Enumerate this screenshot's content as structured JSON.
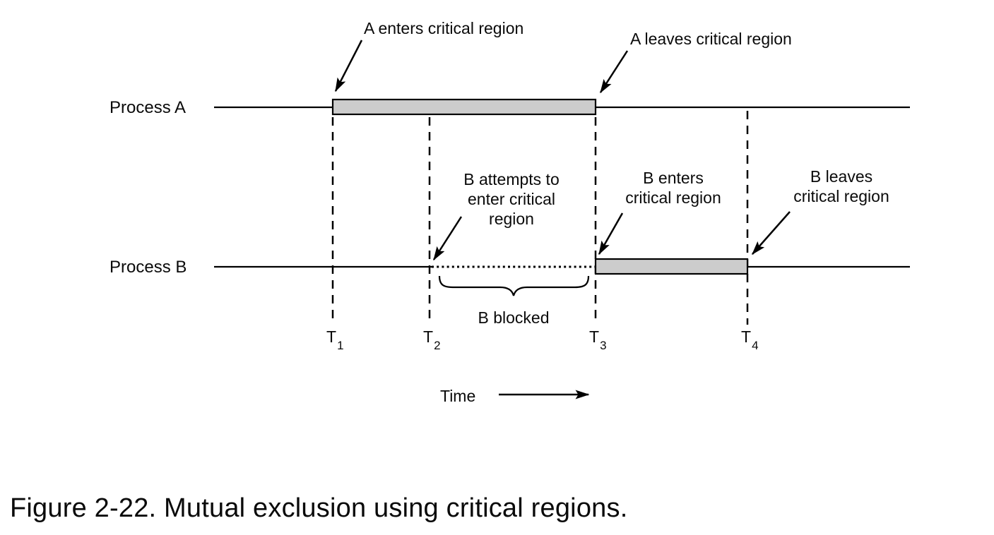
{
  "figure_caption": "Figure 2-22. Mutual exclusion using critical regions.",
  "diagram": {
    "process_a": {
      "label": "Process A"
    },
    "process_b": {
      "label": "Process B"
    },
    "annotations": {
      "a_enters": "A enters critical region",
      "a_leaves": "A leaves critical region",
      "b_attempts": [
        "B attempts to",
        "enter critical",
        "region"
      ],
      "b_enters": [
        "B enters",
        "critical region"
      ],
      "b_leaves": [
        "B leaves",
        "critical region"
      ],
      "b_blocked": "B blocked"
    },
    "time_axis": {
      "label": "Time",
      "ticks": [
        {
          "base": "T",
          "sub": "1"
        },
        {
          "base": "T",
          "sub": "2"
        },
        {
          "base": "T",
          "sub": "3"
        },
        {
          "base": "T",
          "sub": "4"
        }
      ]
    },
    "colors": {
      "background": "#ffffff",
      "line": "#000000",
      "critical_region_fill": "#cccccc",
      "text": "#0a0a0a"
    }
  }
}
